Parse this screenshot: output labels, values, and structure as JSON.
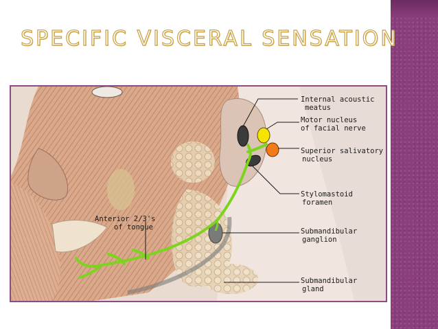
{
  "slide": {
    "title": "SPECIFIC VISCERAL SENSATION"
  },
  "diagram": {
    "labels": {
      "internal_acoustic_line1": "Internal acoustic",
      "internal_acoustic_line2": "meatus",
      "motor_nucleus_line1": "Motor nucleus",
      "motor_nucleus_line2": "of facial nerve",
      "superior_salivatory_line1": "Superior salivatory",
      "superior_salivatory_line2": "nucleus",
      "stylomastoid_line1": "Stylomastoid",
      "stylomastoid_line2": "foramen",
      "submandibular_ganglion_line1": "Submandibular",
      "submandibular_ganglion_line2": "ganglion",
      "submandibular_gland_line1": "Submandibular",
      "submandibular_gland_line2": "gland",
      "tongue_line1": "Anterior 2/3's",
      "tongue_line2": "of tongue"
    },
    "colors": {
      "nerve": "#7ed321",
      "motor_nucleus": "#f5e400",
      "superior_salivatory_nucleus": "#f07b18",
      "frame": "#8c4a86",
      "title_outline": "#c9a040",
      "side_bar": "#8a3e7c"
    }
  }
}
